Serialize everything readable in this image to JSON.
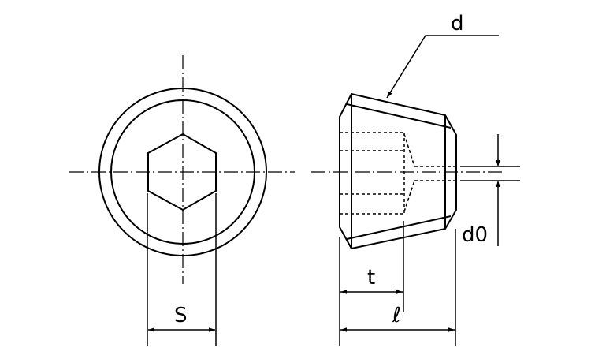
{
  "drawing": {
    "labels": {
      "diameter": "d",
      "hole_diameter": "d0",
      "socket_depth": "t",
      "length": "ℓ",
      "width_across_flats": "S"
    },
    "colors": {
      "line": "#000000",
      "background": "#ffffff"
    }
  }
}
